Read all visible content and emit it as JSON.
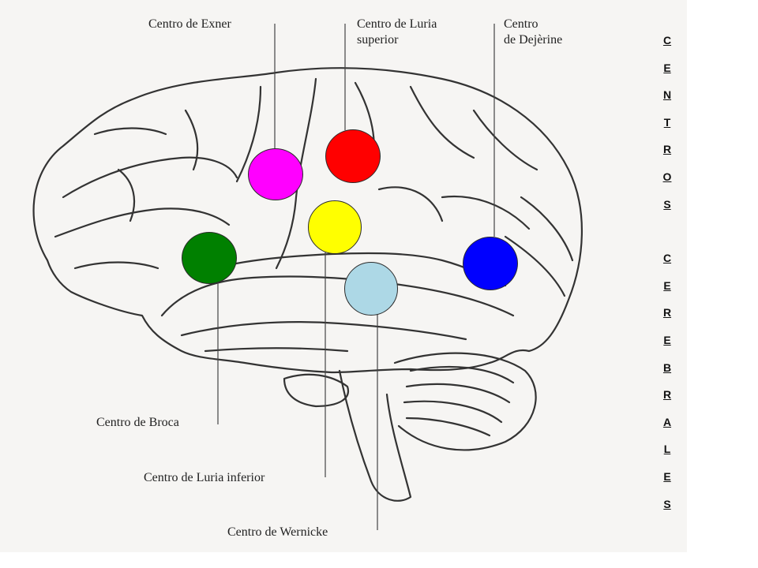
{
  "labels": {
    "exner": "Centro de Exner",
    "luria_superior_line1": "Centro de Luria",
    "luria_superior_line2": "superior",
    "dejerine_line1": "Centro",
    "dejerine_line2": "de Dejèrine",
    "broca": "Centro de Broca",
    "luria_inferior": "Centro de Luria inferior",
    "wernicke": "Centro de Wernicke"
  },
  "side_title": {
    "word1": [
      "C",
      "E",
      "N",
      "T",
      "R",
      "O",
      "S"
    ],
    "word2": [
      "C",
      "E",
      "R",
      "E",
      "B",
      "R",
      "A",
      "L",
      "E",
      "S"
    ]
  },
  "markers": {
    "exner": "#ff00ff",
    "luria_superior": "#ff0000",
    "luria_inferior": "#ffff00",
    "broca": "#008000",
    "wernicke": "#add8e6",
    "dejerine": "#0000ff"
  }
}
